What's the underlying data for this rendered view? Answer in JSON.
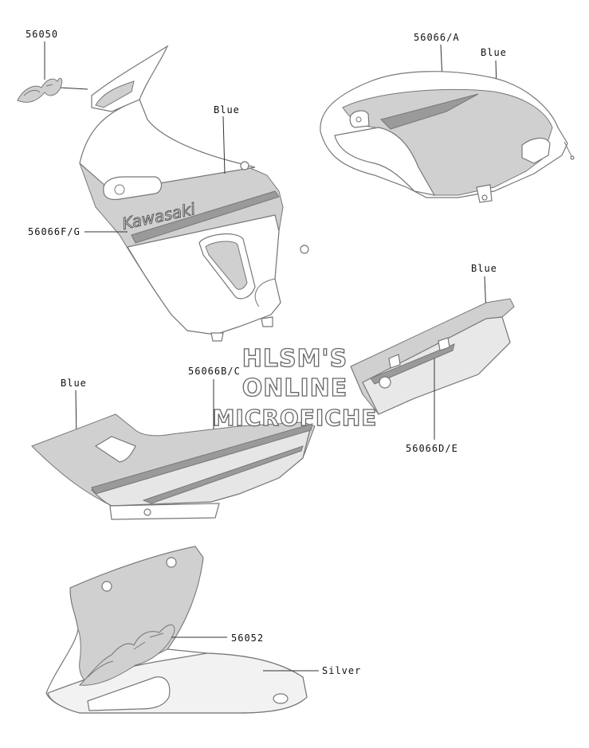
{
  "labels": {
    "p56050": "56050",
    "p56066A": "56066/A",
    "blue_tank": "Blue",
    "blue_upper": "Blue",
    "p56066FG": "56066F/G",
    "kawasaki_text": "Kawasaki",
    "blue_side": "Blue",
    "blue_lower": "Blue",
    "p56066BC": "56066B/C",
    "p56066DE": "56066D/E",
    "p56052": "56052",
    "silver": "Silver"
  },
  "watermark": {
    "line1": "HLSM'S",
    "line2": "ONLINE",
    "line3": "MICROFICHE"
  },
  "colors": {
    "line": "#777777",
    "fill_blue": "#d0d0d0",
    "fill_dark": "#9a9a9a",
    "label": "#111111"
  }
}
